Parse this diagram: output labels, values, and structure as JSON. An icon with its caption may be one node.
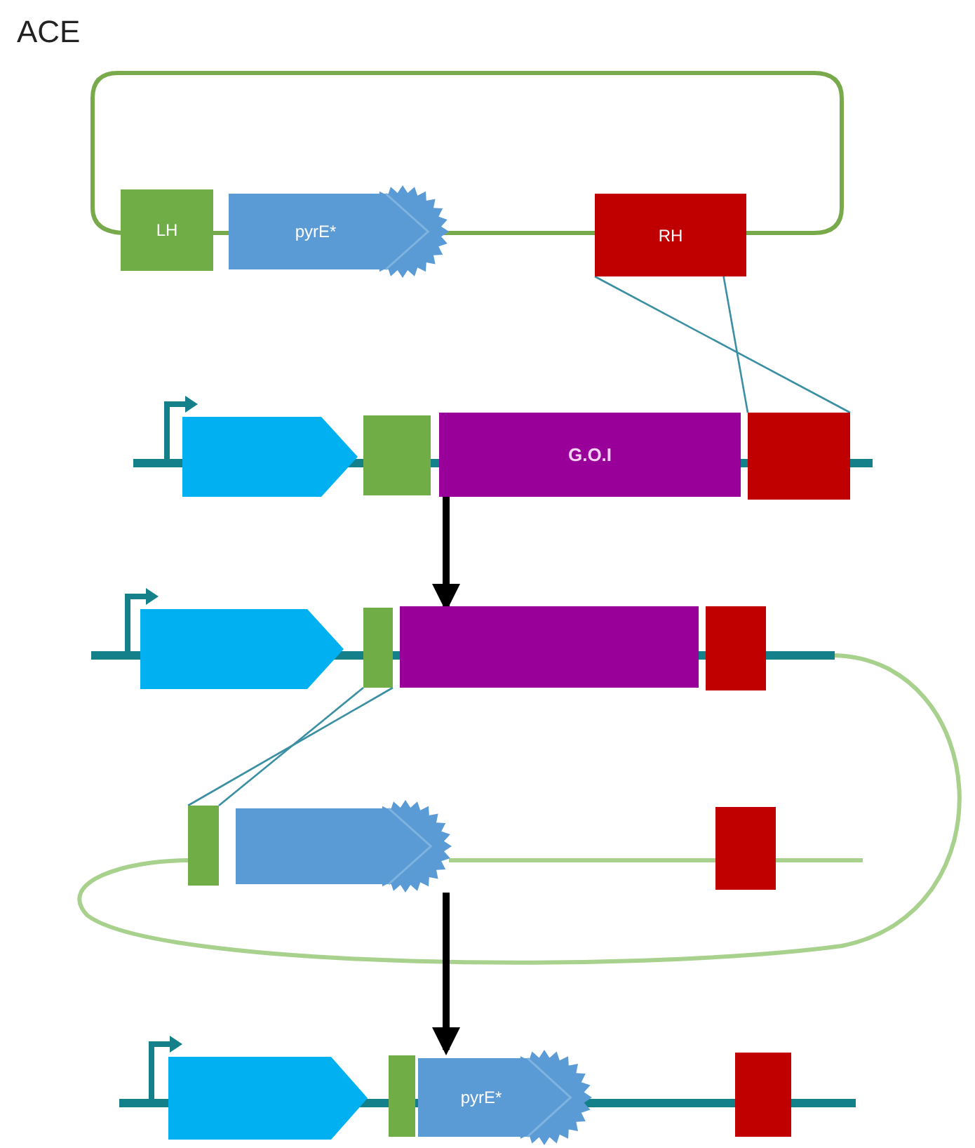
{
  "diagram": {
    "title": "ACE",
    "nodes": [
      {
        "text": [
          "LH"
        ]
      },
      {
        "text": [
          "pyrE*"
        ]
      },
      {
        "text": [
          "RH"
        ]
      },
      {
        "text": [],
        "shape": "pentagon"
      },
      {
        "text": [],
        "shape": "box"
      },
      {
        "text": [
          "G.O.I"
        ]
      },
      {
        "text": [],
        "shape": "box"
      },
      {
        "text": [],
        "shape": "pentagon"
      },
      {
        "text": [],
        "shape": "box"
      },
      {
        "text": [],
        "shape": "box"
      },
      {
        "text": [],
        "shape": "box"
      },
      {
        "text": [],
        "shape": "box"
      },
      {
        "text": [],
        "shape": "burst"
      },
      {
        "text": [],
        "shape": "box"
      },
      {
        "text": [],
        "shape": "pentagon"
      },
      {
        "text": [],
        "shape": "box"
      },
      {
        "text": [
          "pyrE*"
        ]
      },
      {
        "text": [],
        "shape": "box"
      }
    ],
    "edges": [
      {
        "from": 2,
        "to": 6,
        "arrow": "none"
      },
      {
        "from": 2,
        "to": 6,
        "arrow": "none"
      },
      {
        "from": 5,
        "to": 9,
        "arrow": "to",
        "style": "thick",
        "color": "#000000"
      },
      {
        "from": 8,
        "to": 11,
        "arrow": "none"
      },
      {
        "from": 8,
        "to": 11,
        "arrow": "none"
      },
      {
        "from": 12,
        "to": 16,
        "arrow": "to",
        "style": "thick",
        "color": "#000000"
      }
    ]
  }
}
